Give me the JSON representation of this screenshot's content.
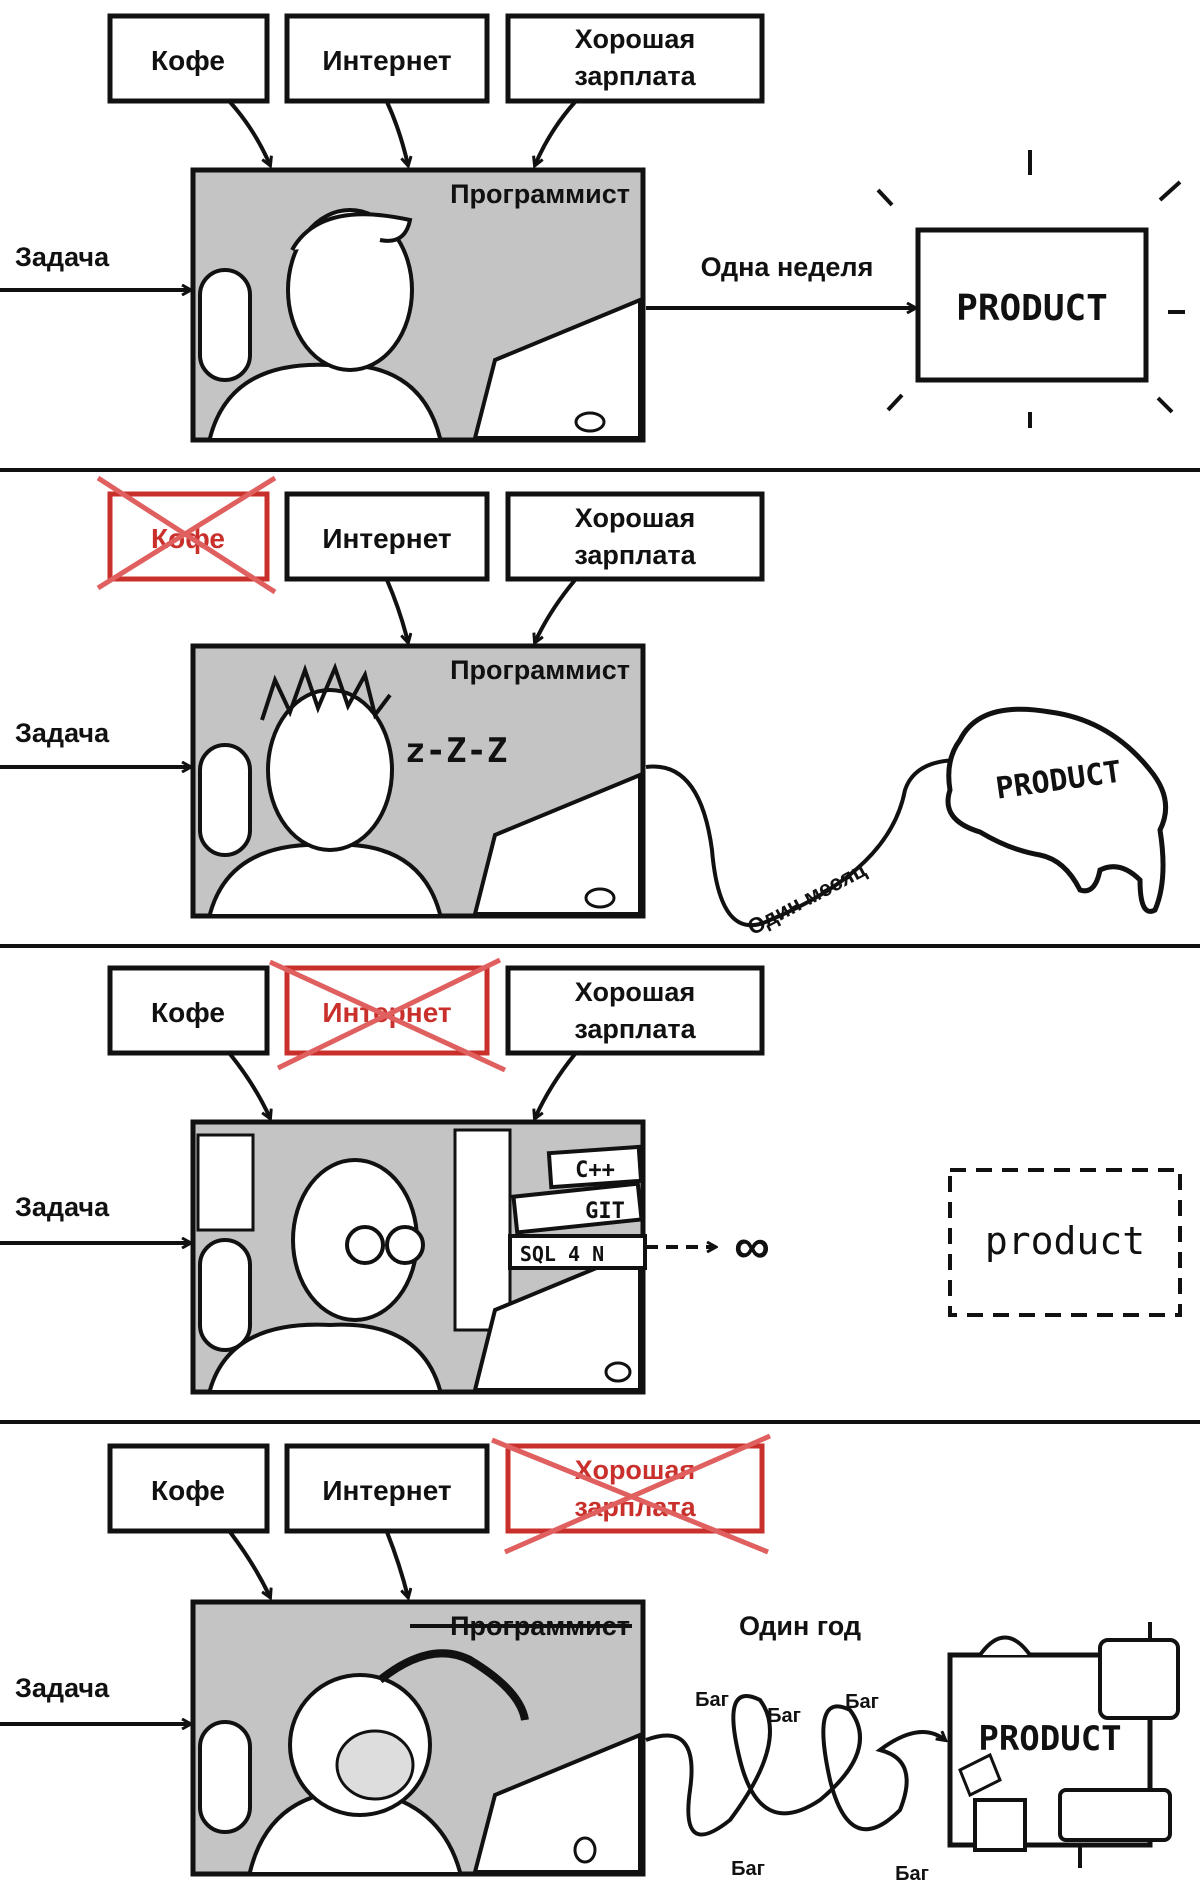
{
  "panels": [
    {
      "inputs": [
        "Кофе",
        "Интернет",
        [
          "Хорошая",
          "зарплата"
        ]
      ],
      "crossed": 0,
      "task_label": "Задача",
      "box_label": "Программист",
      "arrow_label": "Одна неделя",
      "product_label": "PRODUCT"
    },
    {
      "inputs": [
        "Кофе",
        "Интернет",
        [
          "Хорошая",
          "зарплата"
        ]
      ],
      "crossed": 1,
      "task_label": "Задача",
      "box_label": "Программист",
      "sleep_label": "z-Z-Z",
      "arrow_label": "Один месяц",
      "product_label": "PRODUCT"
    },
    {
      "inputs": [
        "Кофе",
        "Интернет",
        [
          "Хорошая",
          "зарплата"
        ]
      ],
      "crossed": 2,
      "task_label": "Задача",
      "stack_labels": [
        "C++",
        "GIT",
        "SQL 4 N"
      ],
      "infinity_label": "∞",
      "product_label": "product"
    },
    {
      "inputs": [
        "Кофе",
        "Интернет",
        [
          "Хорошая",
          "зарплата"
        ]
      ],
      "crossed": 3,
      "task_label": "Задача",
      "box_label": "Программист",
      "arrow_label": "Один год",
      "bug_labels": [
        "Баг",
        "Баг",
        "Баг",
        "Баг",
        "Баг"
      ],
      "product_label": "PRODUCT"
    }
  ]
}
